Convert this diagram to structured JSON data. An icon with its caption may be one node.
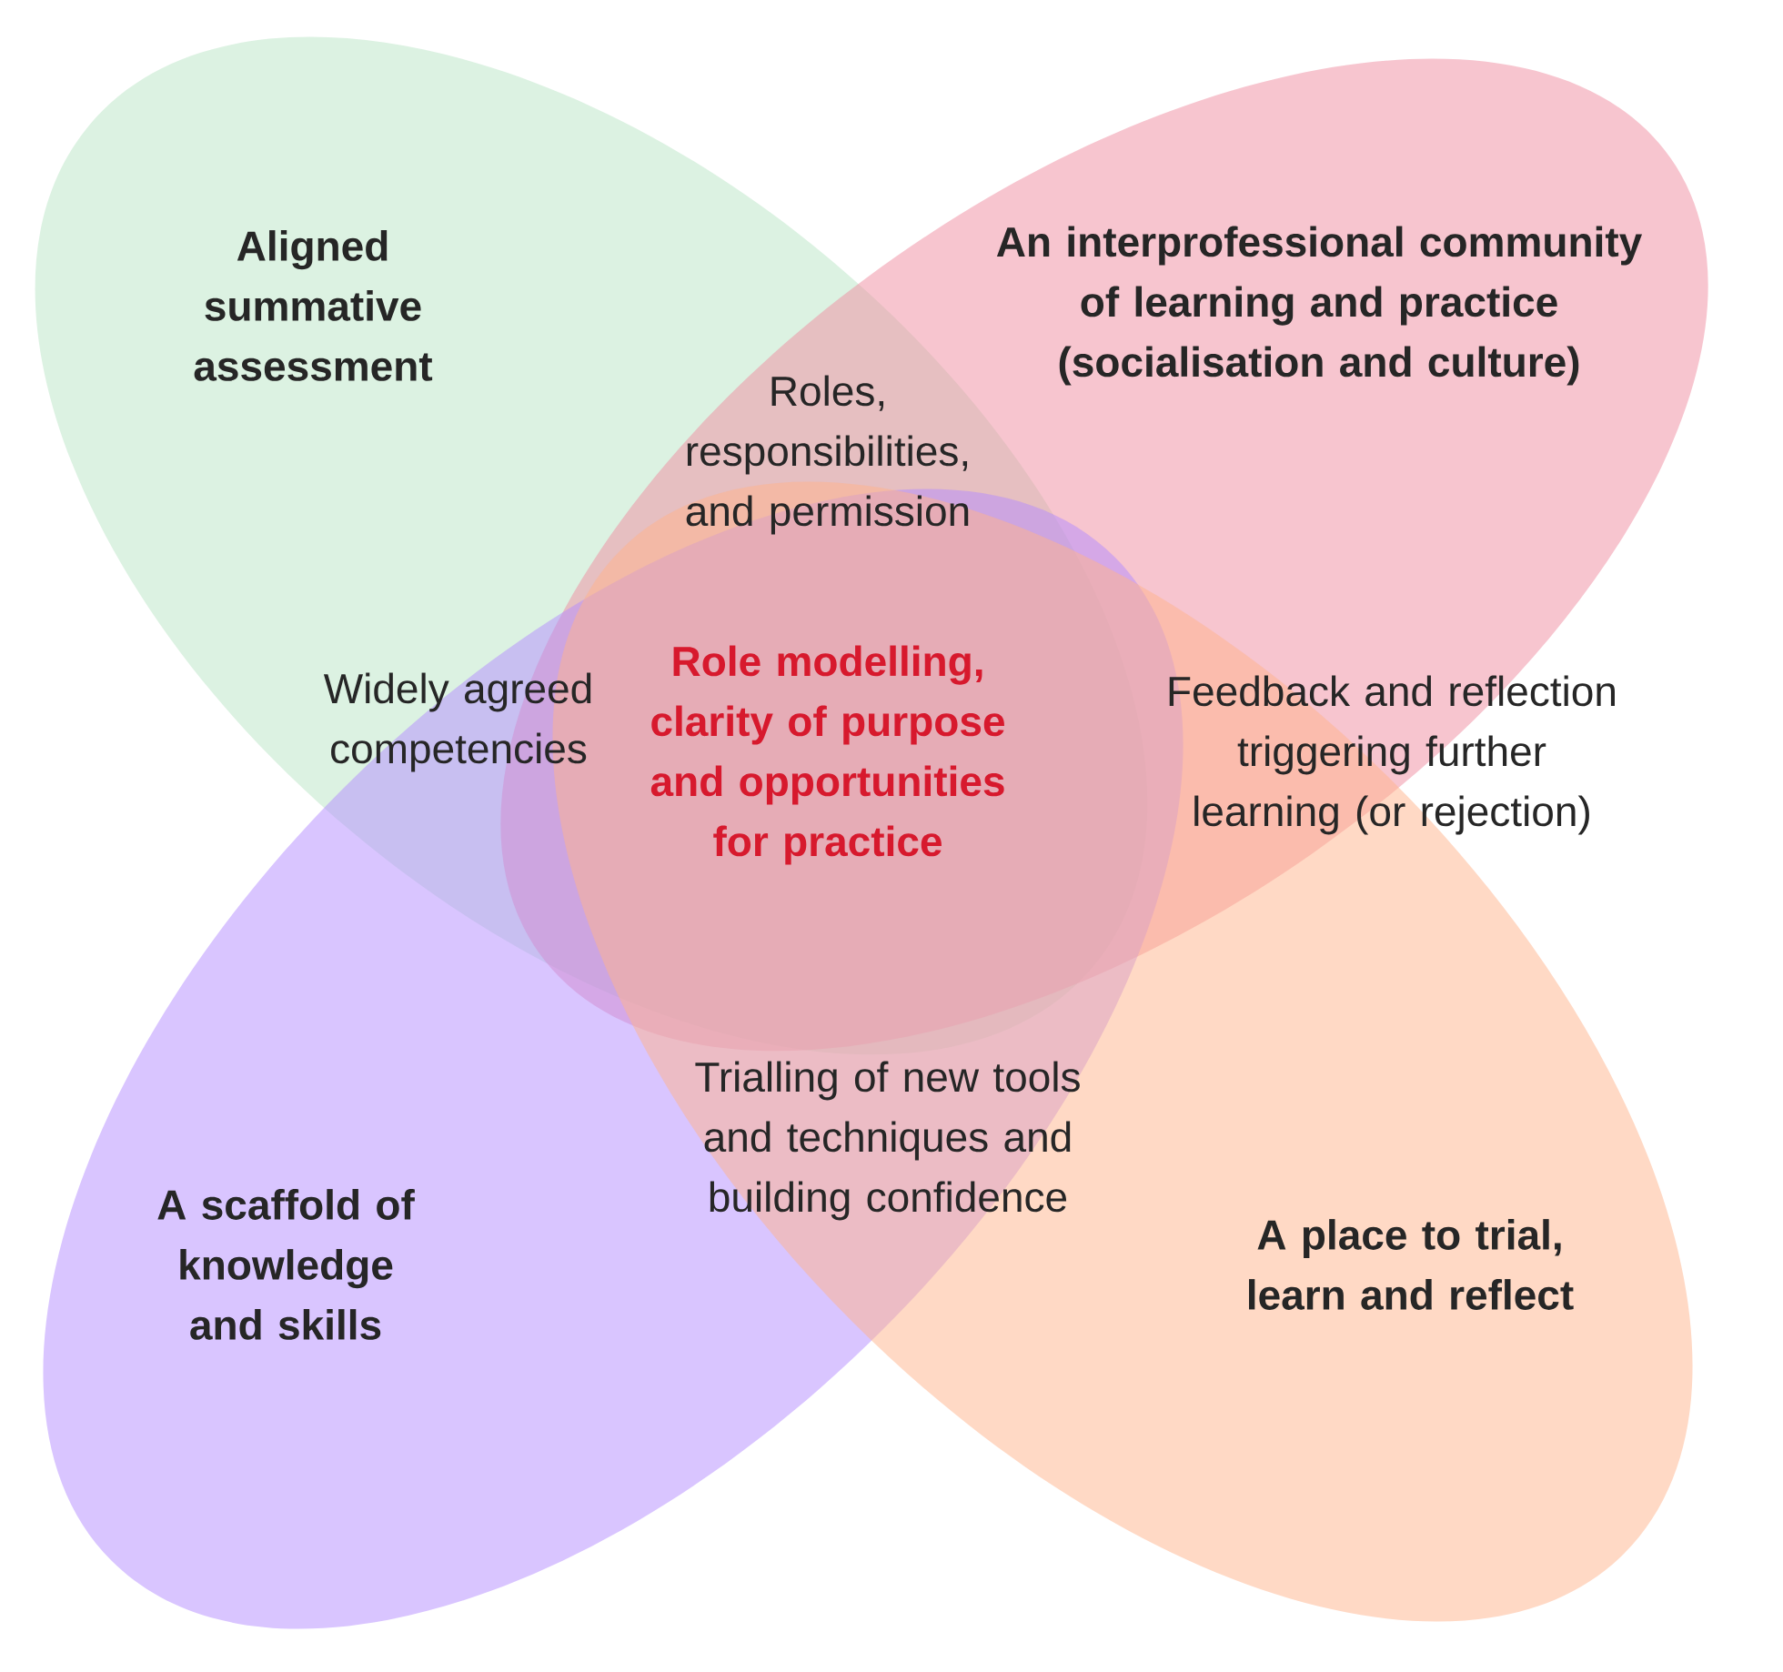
{
  "diagram": {
    "nodes": [
      {
        "text": [
          "Aligned summative assessment"
        ]
      },
      {
        "text": [
          "An interprofessional community of learning and practice (socialisation and culture)"
        ]
      },
      {
        "text": [
          "A scaffold of knowledge and skills"
        ]
      },
      {
        "text": [
          "A place to trial, learn and reflect"
        ]
      }
    ],
    "labels": [
      "Roles, responsibilities, and permission",
      "Widely agreed competencies",
      "Role modelling, clarity of purpose and opportunities for practice",
      "Feedback and reflection triggering further learning (or rejection)",
      "Trialling of new tools and techniques and building confidence"
    ]
  }
}
